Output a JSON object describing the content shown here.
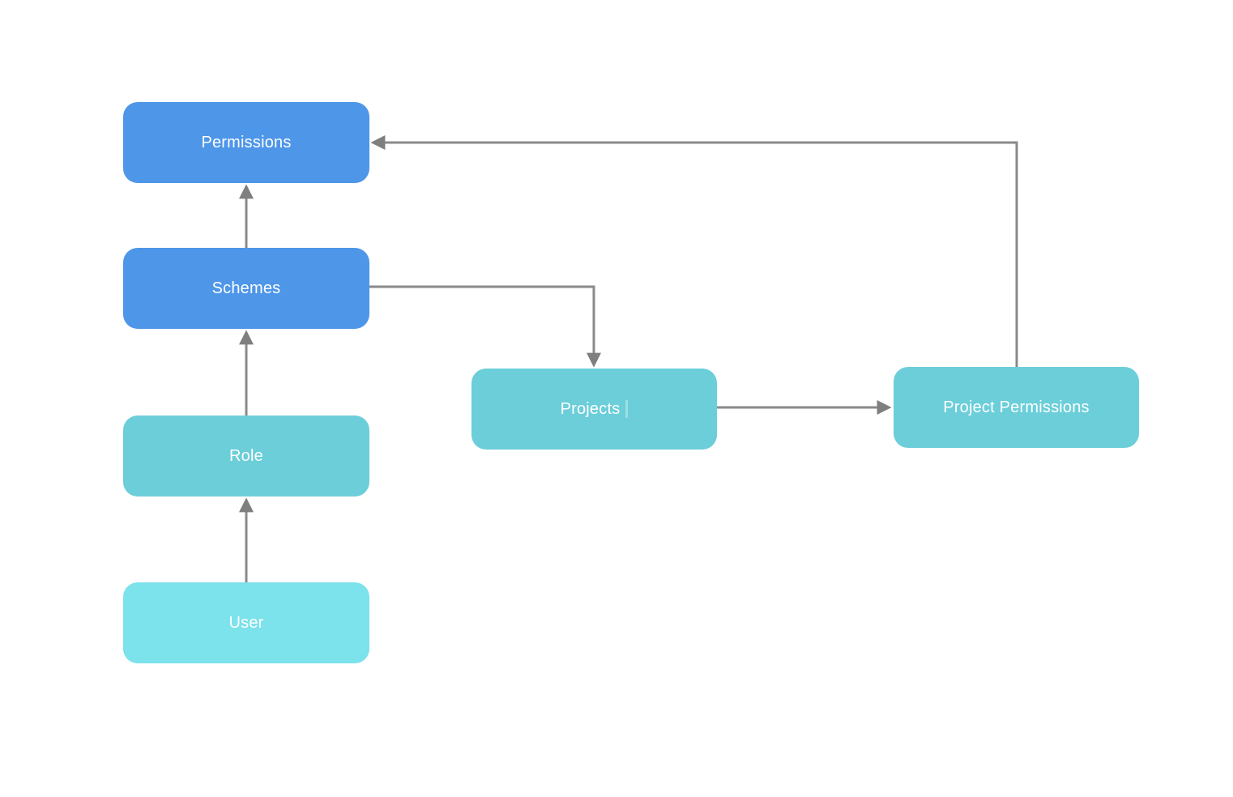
{
  "diagram": {
    "background_color": "#ffffff",
    "connector_color": "#8a8a8a",
    "arrowhead_color": "#7f7f7f",
    "nodes": [
      {
        "id": "permissions",
        "label": "Permissions",
        "fill": "#4e96e8",
        "text_color": "#ffffff"
      },
      {
        "id": "schemes",
        "label": "Schemes",
        "fill": "#4e96e8",
        "text_color": "#ffffff"
      },
      {
        "id": "role",
        "label": "Role",
        "fill": "#6bced9",
        "text_color": "#ffffff"
      },
      {
        "id": "user",
        "label": "User",
        "fill": "#7ce2ec",
        "text_color": "#ffffff"
      },
      {
        "id": "projects",
        "label": "Projects",
        "fill": "#6bced9",
        "text_color": "#ffffff"
      },
      {
        "id": "project_permissions",
        "label": "Project Permissions",
        "fill": "#6bced9",
        "text_color": "#ffffff"
      }
    ],
    "edges": [
      {
        "from": "user",
        "to": "role",
        "direction": "up"
      },
      {
        "from": "role",
        "to": "schemes",
        "direction": "up"
      },
      {
        "from": "schemes",
        "to": "permissions",
        "direction": "up"
      },
      {
        "from": "schemes",
        "to": "projects",
        "direction": "right-then-down"
      },
      {
        "from": "projects",
        "to": "project_permissions",
        "direction": "right"
      },
      {
        "from": "project_permissions",
        "to": "permissions",
        "direction": "up-then-left"
      }
    ]
  }
}
